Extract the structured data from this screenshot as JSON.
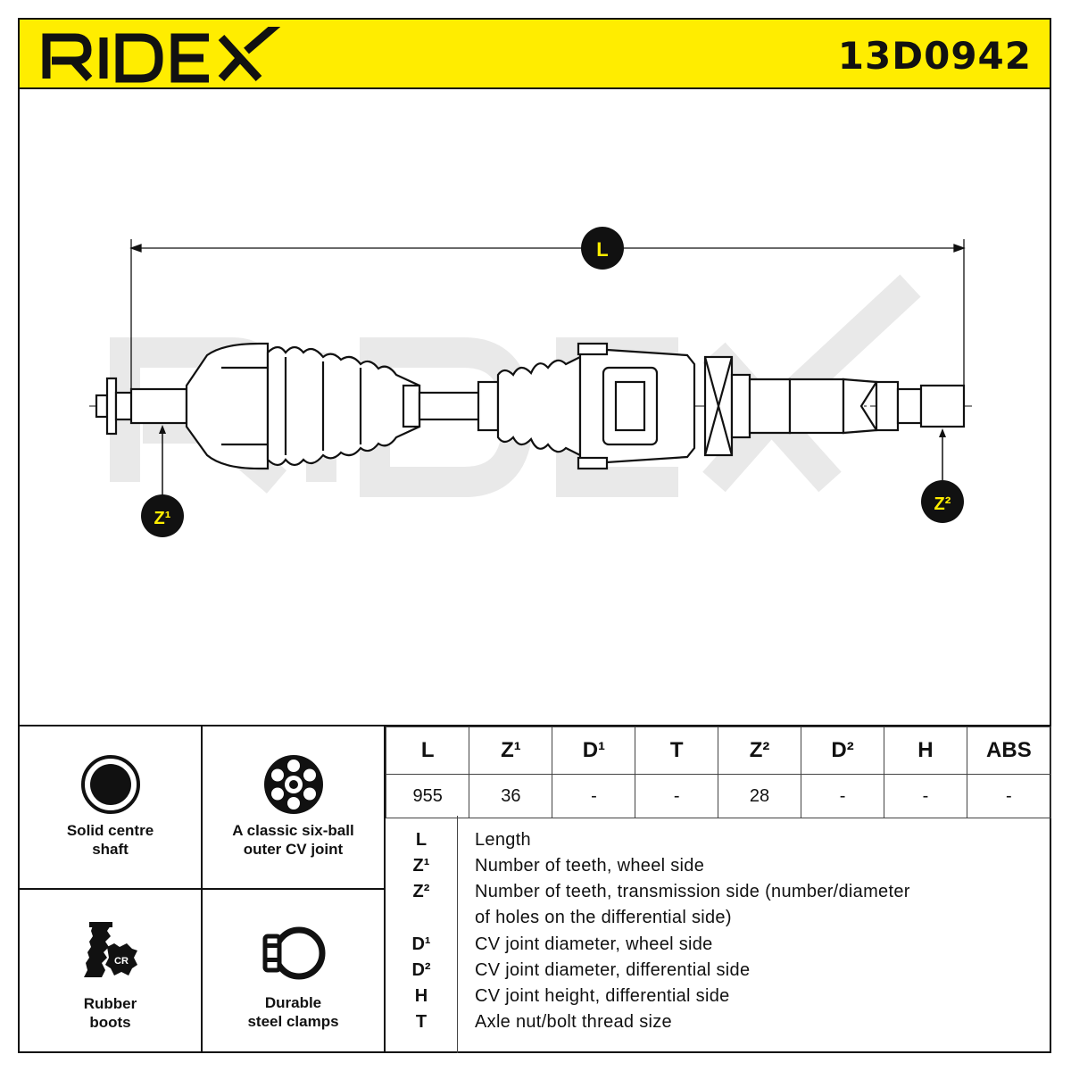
{
  "header": {
    "brand": "RIDEX",
    "part_number": "13D0942",
    "background_color": "#ffed00"
  },
  "drawing": {
    "dimension_labels": {
      "L": "L",
      "Z1": "Z¹",
      "Z2": "Z²"
    },
    "watermark": "RIDEX"
  },
  "features": [
    {
      "icon": "solid-shaft-icon",
      "label_line1": "Solid centre",
      "label_line2": "shaft"
    },
    {
      "icon": "six-ball-joint-icon",
      "label_line1": "A classic six-ball",
      "label_line2": "outer CV joint"
    },
    {
      "icon": "rubber-boot-icon",
      "icon_text": "CR",
      "label_line1": "Rubber",
      "label_line2": "boots"
    },
    {
      "icon": "steel-clamp-icon",
      "label_line1": "Durable",
      "label_line2": "steel clamps"
    }
  ],
  "specs": {
    "headers": [
      "L",
      "Z¹",
      "D¹",
      "T",
      "Z²",
      "D²",
      "H",
      "ABS"
    ],
    "values": [
      "955",
      "36",
      "-",
      "-",
      "28",
      "-",
      "-",
      "-"
    ]
  },
  "legend": [
    {
      "symbol": "L",
      "text": "Length"
    },
    {
      "symbol": "Z¹",
      "text": "Number of teeth, wheel side"
    },
    {
      "symbol": "Z²",
      "text": "Number of teeth, transmission side (number/diameter"
    },
    {
      "symbol": "",
      "text": "of holes on the differential side)"
    },
    {
      "symbol": "D¹",
      "text": "CV joint diameter, wheel side"
    },
    {
      "symbol": "D²",
      "text": "CV joint diameter, differential side"
    },
    {
      "symbol": "H",
      "text": "CV joint height, differential side"
    },
    {
      "symbol": "T",
      "text": "Axle nut/bolt thread size"
    }
  ]
}
